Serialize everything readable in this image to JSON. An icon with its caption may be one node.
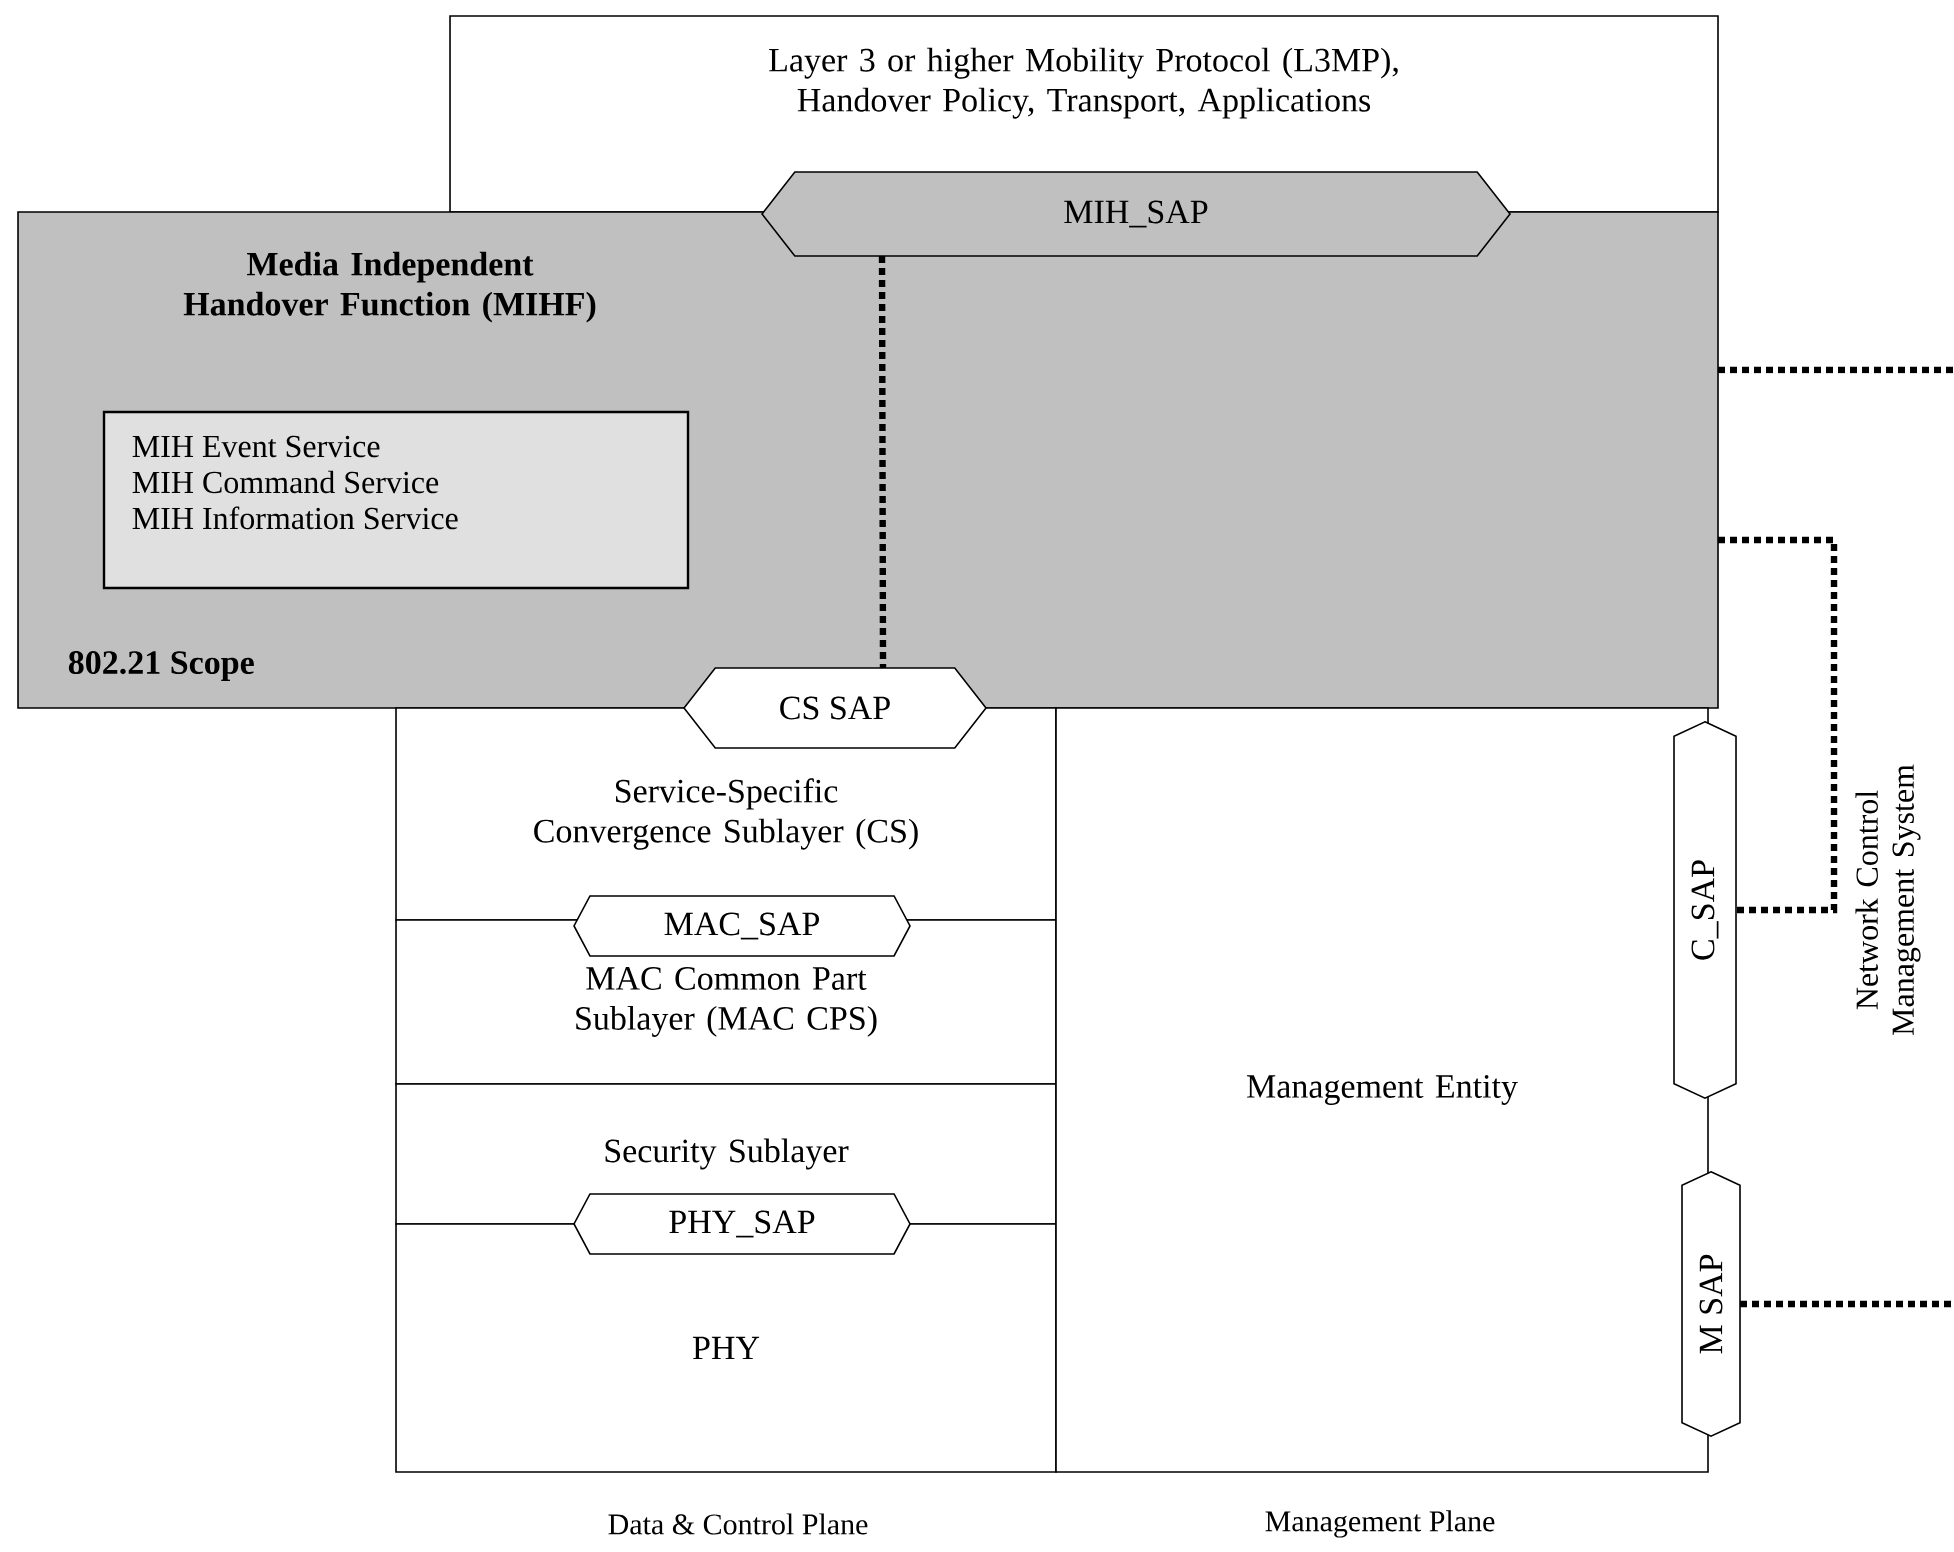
{
  "diagram": {
    "nodes": [
      {
        "text": [
          "Layer 3 or higher Mobility Protocol (L3MP), Handover Policy, Transport, Applications"
        ]
      },
      {
        "text": [
          "Media Independent Handover Function (MIHF)",
          "802.21 Scope"
        ]
      },
      {
        "text": [
          "MIH_SAP"
        ]
      },
      {
        "text": [
          "MIH Event Service",
          "MIH Command Service",
          "MIH Information Service"
        ],
        "in": 1
      },
      {
        "text": [
          "CS SAP"
        ]
      },
      {
        "text": [
          "Service-Specific Convergence Sublayer (CS)"
        ]
      },
      {
        "text": [
          "MAC_SAP"
        ]
      },
      {
        "text": [
          "MAC Common Part Sublayer (MAC CPS)"
        ]
      },
      {
        "text": [
          "Security Sublayer"
        ]
      },
      {
        "text": [
          "PHY_SAP"
        ]
      },
      {
        "text": [
          "PHY"
        ]
      },
      {
        "text": [
          "Management Entity"
        ]
      },
      {
        "text": [
          "C_SAP"
        ]
      },
      {
        "text": [
          "M SAP"
        ]
      }
    ],
    "edges": [
      {
        "from": 2,
        "to": 4,
        "arrow": "none",
        "style": "dashed"
      },
      {
        "from": 1,
        "to": null,
        "arrow": "none",
        "style": "dashed"
      },
      {
        "from": 1,
        "to": 12,
        "arrow": "none",
        "style": "dashed"
      },
      {
        "from": 13,
        "to": null,
        "arrow": "none",
        "style": "dashed"
      }
    ],
    "labels": [
      "Network Control Management System",
      "Data & Control Plane",
      "Management Plane"
    ]
  }
}
